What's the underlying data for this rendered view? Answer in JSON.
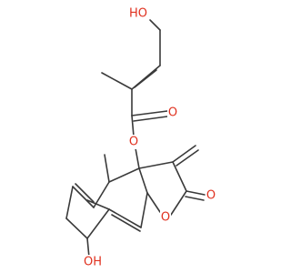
{
  "molecule": {
    "atom_labels": [
      {
        "id": "oh-top",
        "text": "HO",
        "color": "#e0301e"
      },
      {
        "id": "o-ester",
        "text": "O",
        "color": "#e0301e"
      },
      {
        "id": "o-ester-bridge",
        "text": "O",
        "color": "#e0301e"
      },
      {
        "id": "o-lactone-carbonyl",
        "text": "O",
        "color": "#e0301e"
      },
      {
        "id": "o-ring",
        "text": "O",
        "color": "#e0301e"
      },
      {
        "id": "oh-bottom",
        "text": "OH",
        "color": "#e0301e"
      }
    ],
    "bond_color": "#3a3a3a"
  }
}
